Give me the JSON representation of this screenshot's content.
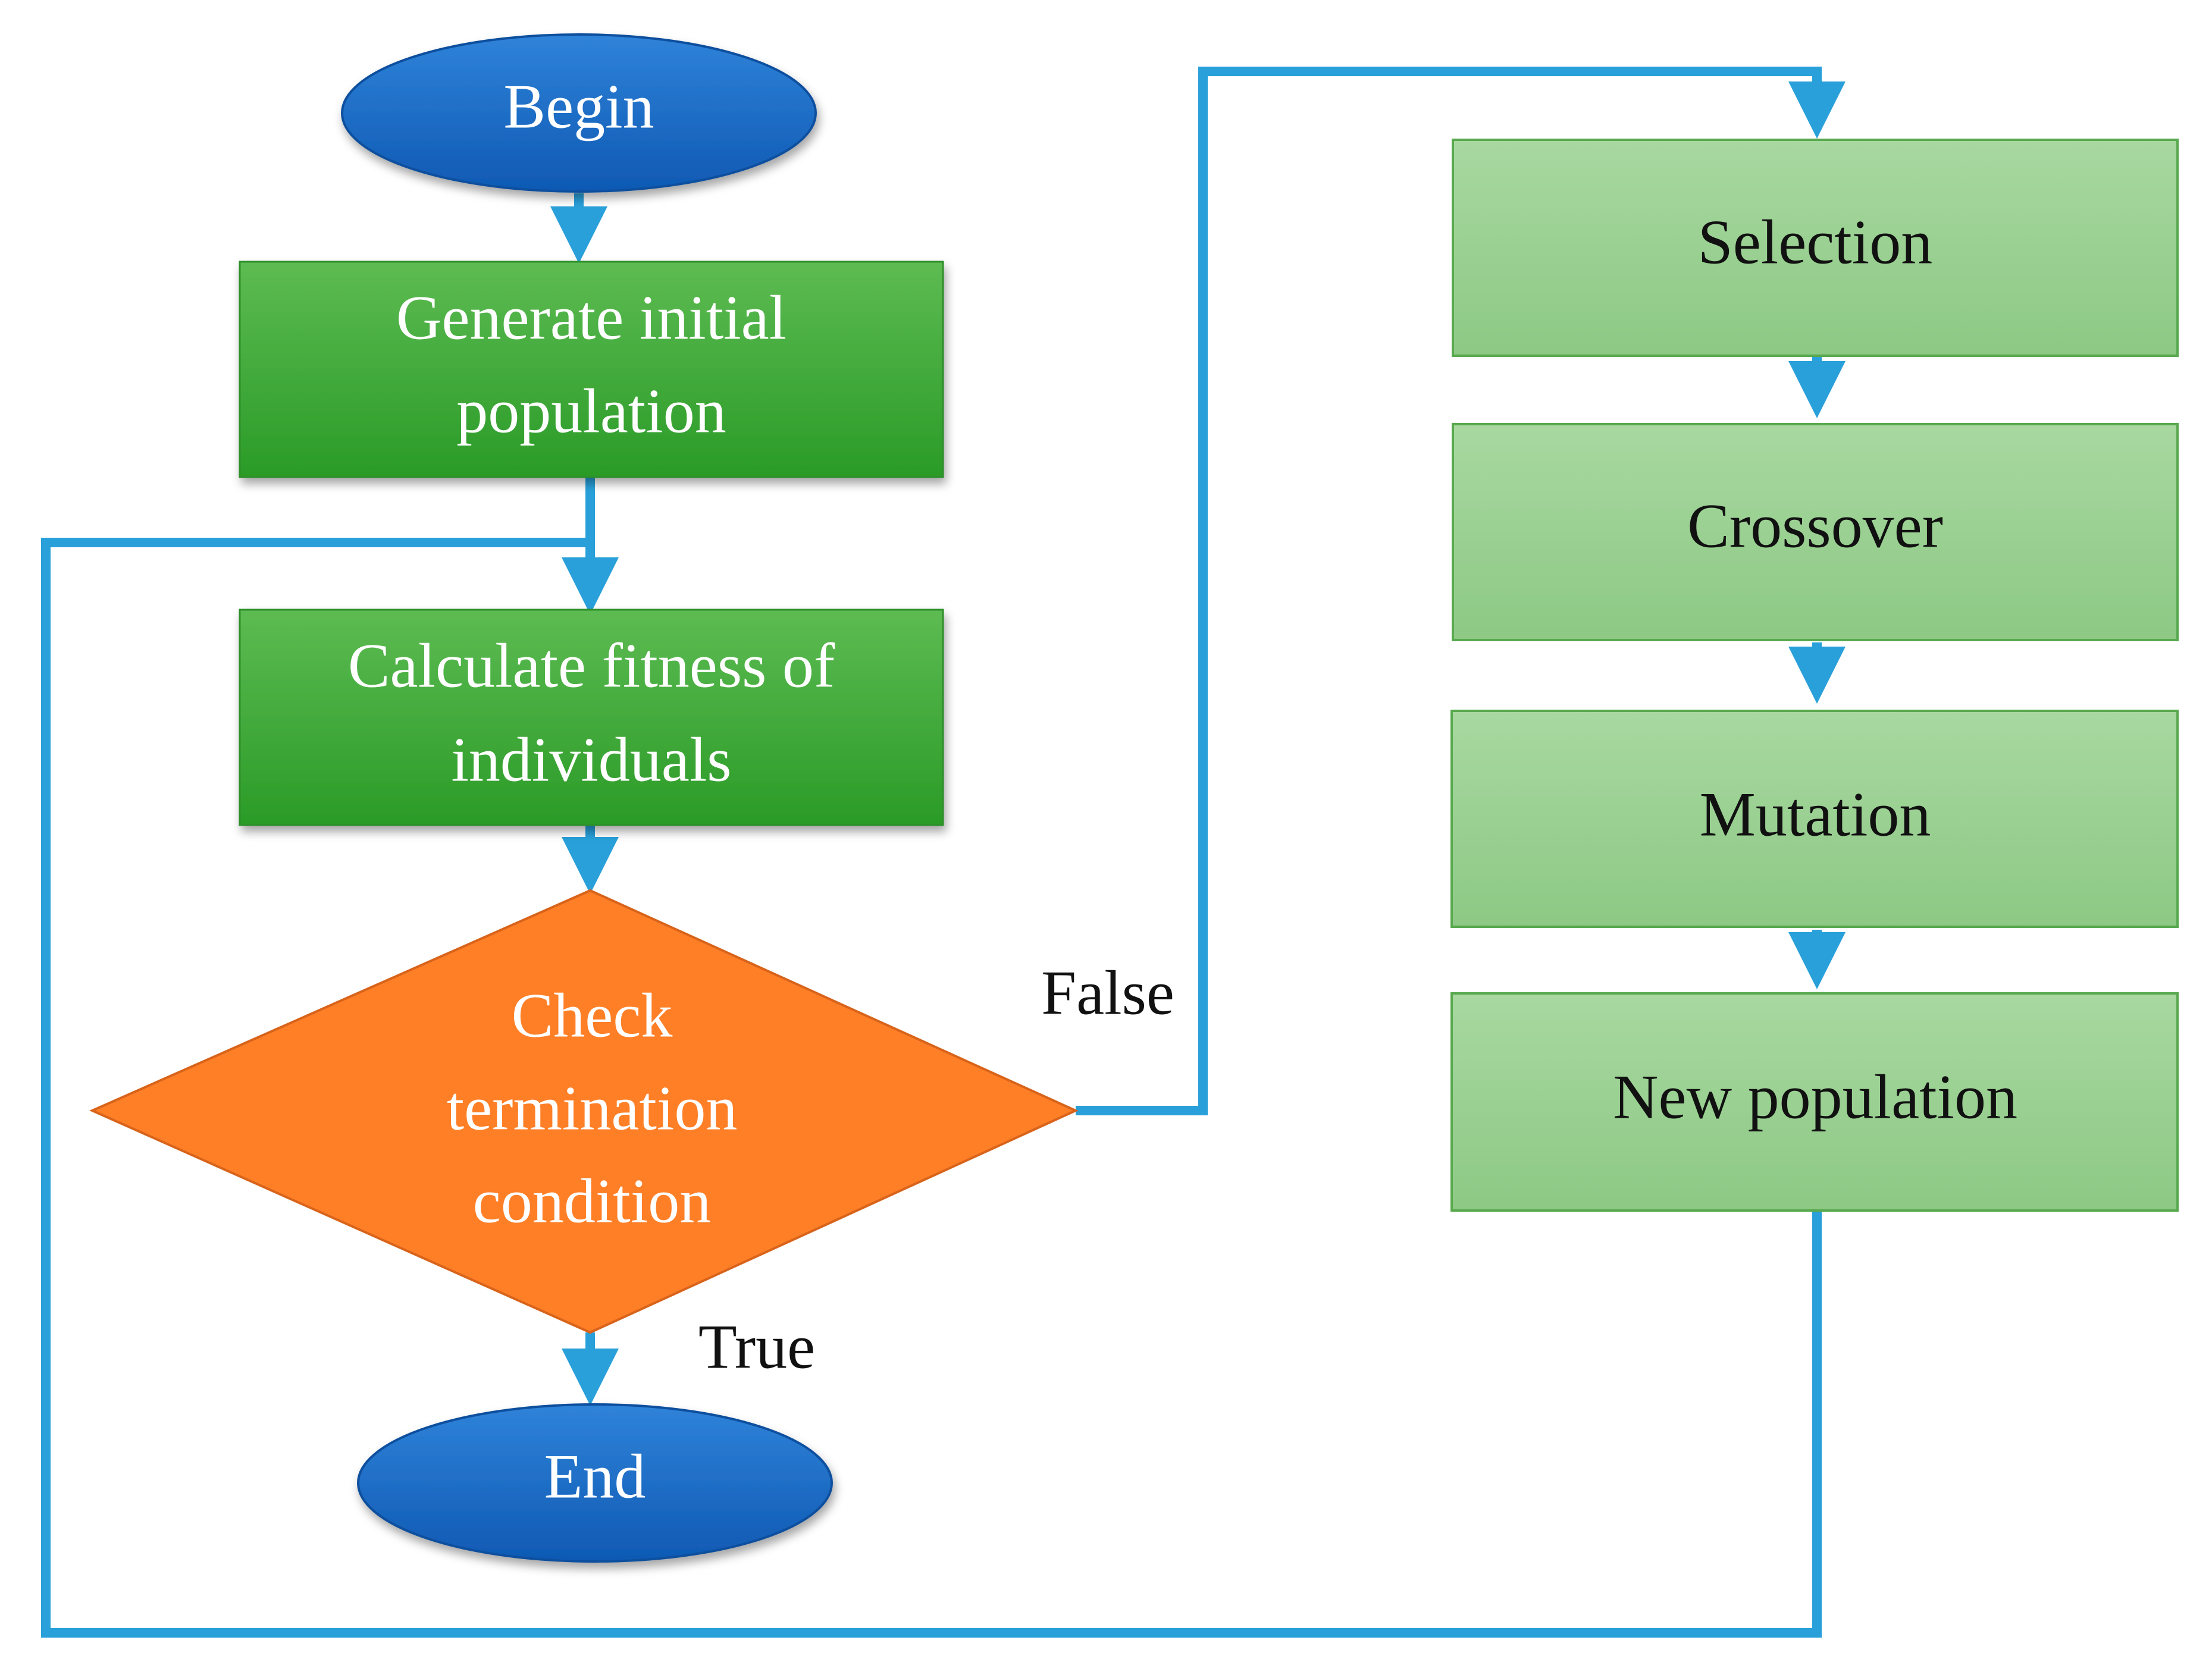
{
  "nodes": {
    "begin": {
      "label": "Begin"
    },
    "generate": {
      "lines": [
        "Generate initial",
        "population"
      ]
    },
    "calculate": {
      "lines": [
        "Calculate fitness of",
        "individuals"
      ]
    },
    "check": {
      "lines": [
        "Check",
        "termination",
        "condition"
      ]
    },
    "end": {
      "label": "End"
    },
    "selection": {
      "label": "Selection"
    },
    "crossover": {
      "label": "Crossover"
    },
    "mutation": {
      "label": "Mutation"
    },
    "new_population": {
      "label": "New population"
    }
  },
  "edges": {
    "false_label": "False",
    "true_label": "True"
  },
  "colors": {
    "terminal_fill": "#1565C0",
    "process_fill": "#36A23A",
    "decision_fill": "#FF7F27",
    "light_process_fill": "#96CC8C",
    "connector": "#29A0DA"
  }
}
